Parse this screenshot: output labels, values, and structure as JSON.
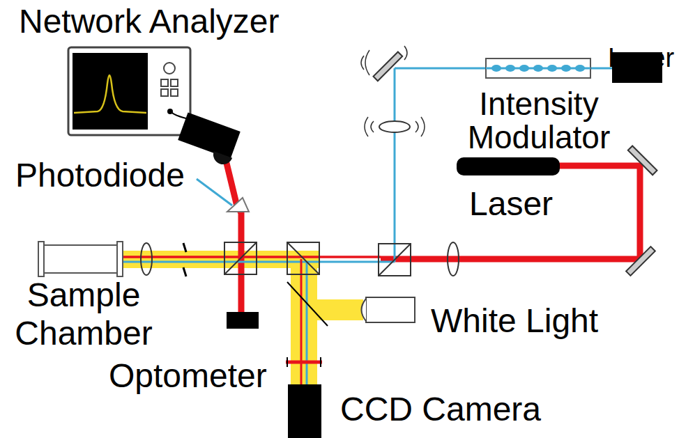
{
  "diagram": {
    "labels": [
      "Network Analyzer",
      "Laser",
      "Intensity Modulator",
      "Photodiode",
      "Laser",
      "Sample Chamber",
      "White Light",
      "Optometer",
      "CCD Camera"
    ]
  }
}
